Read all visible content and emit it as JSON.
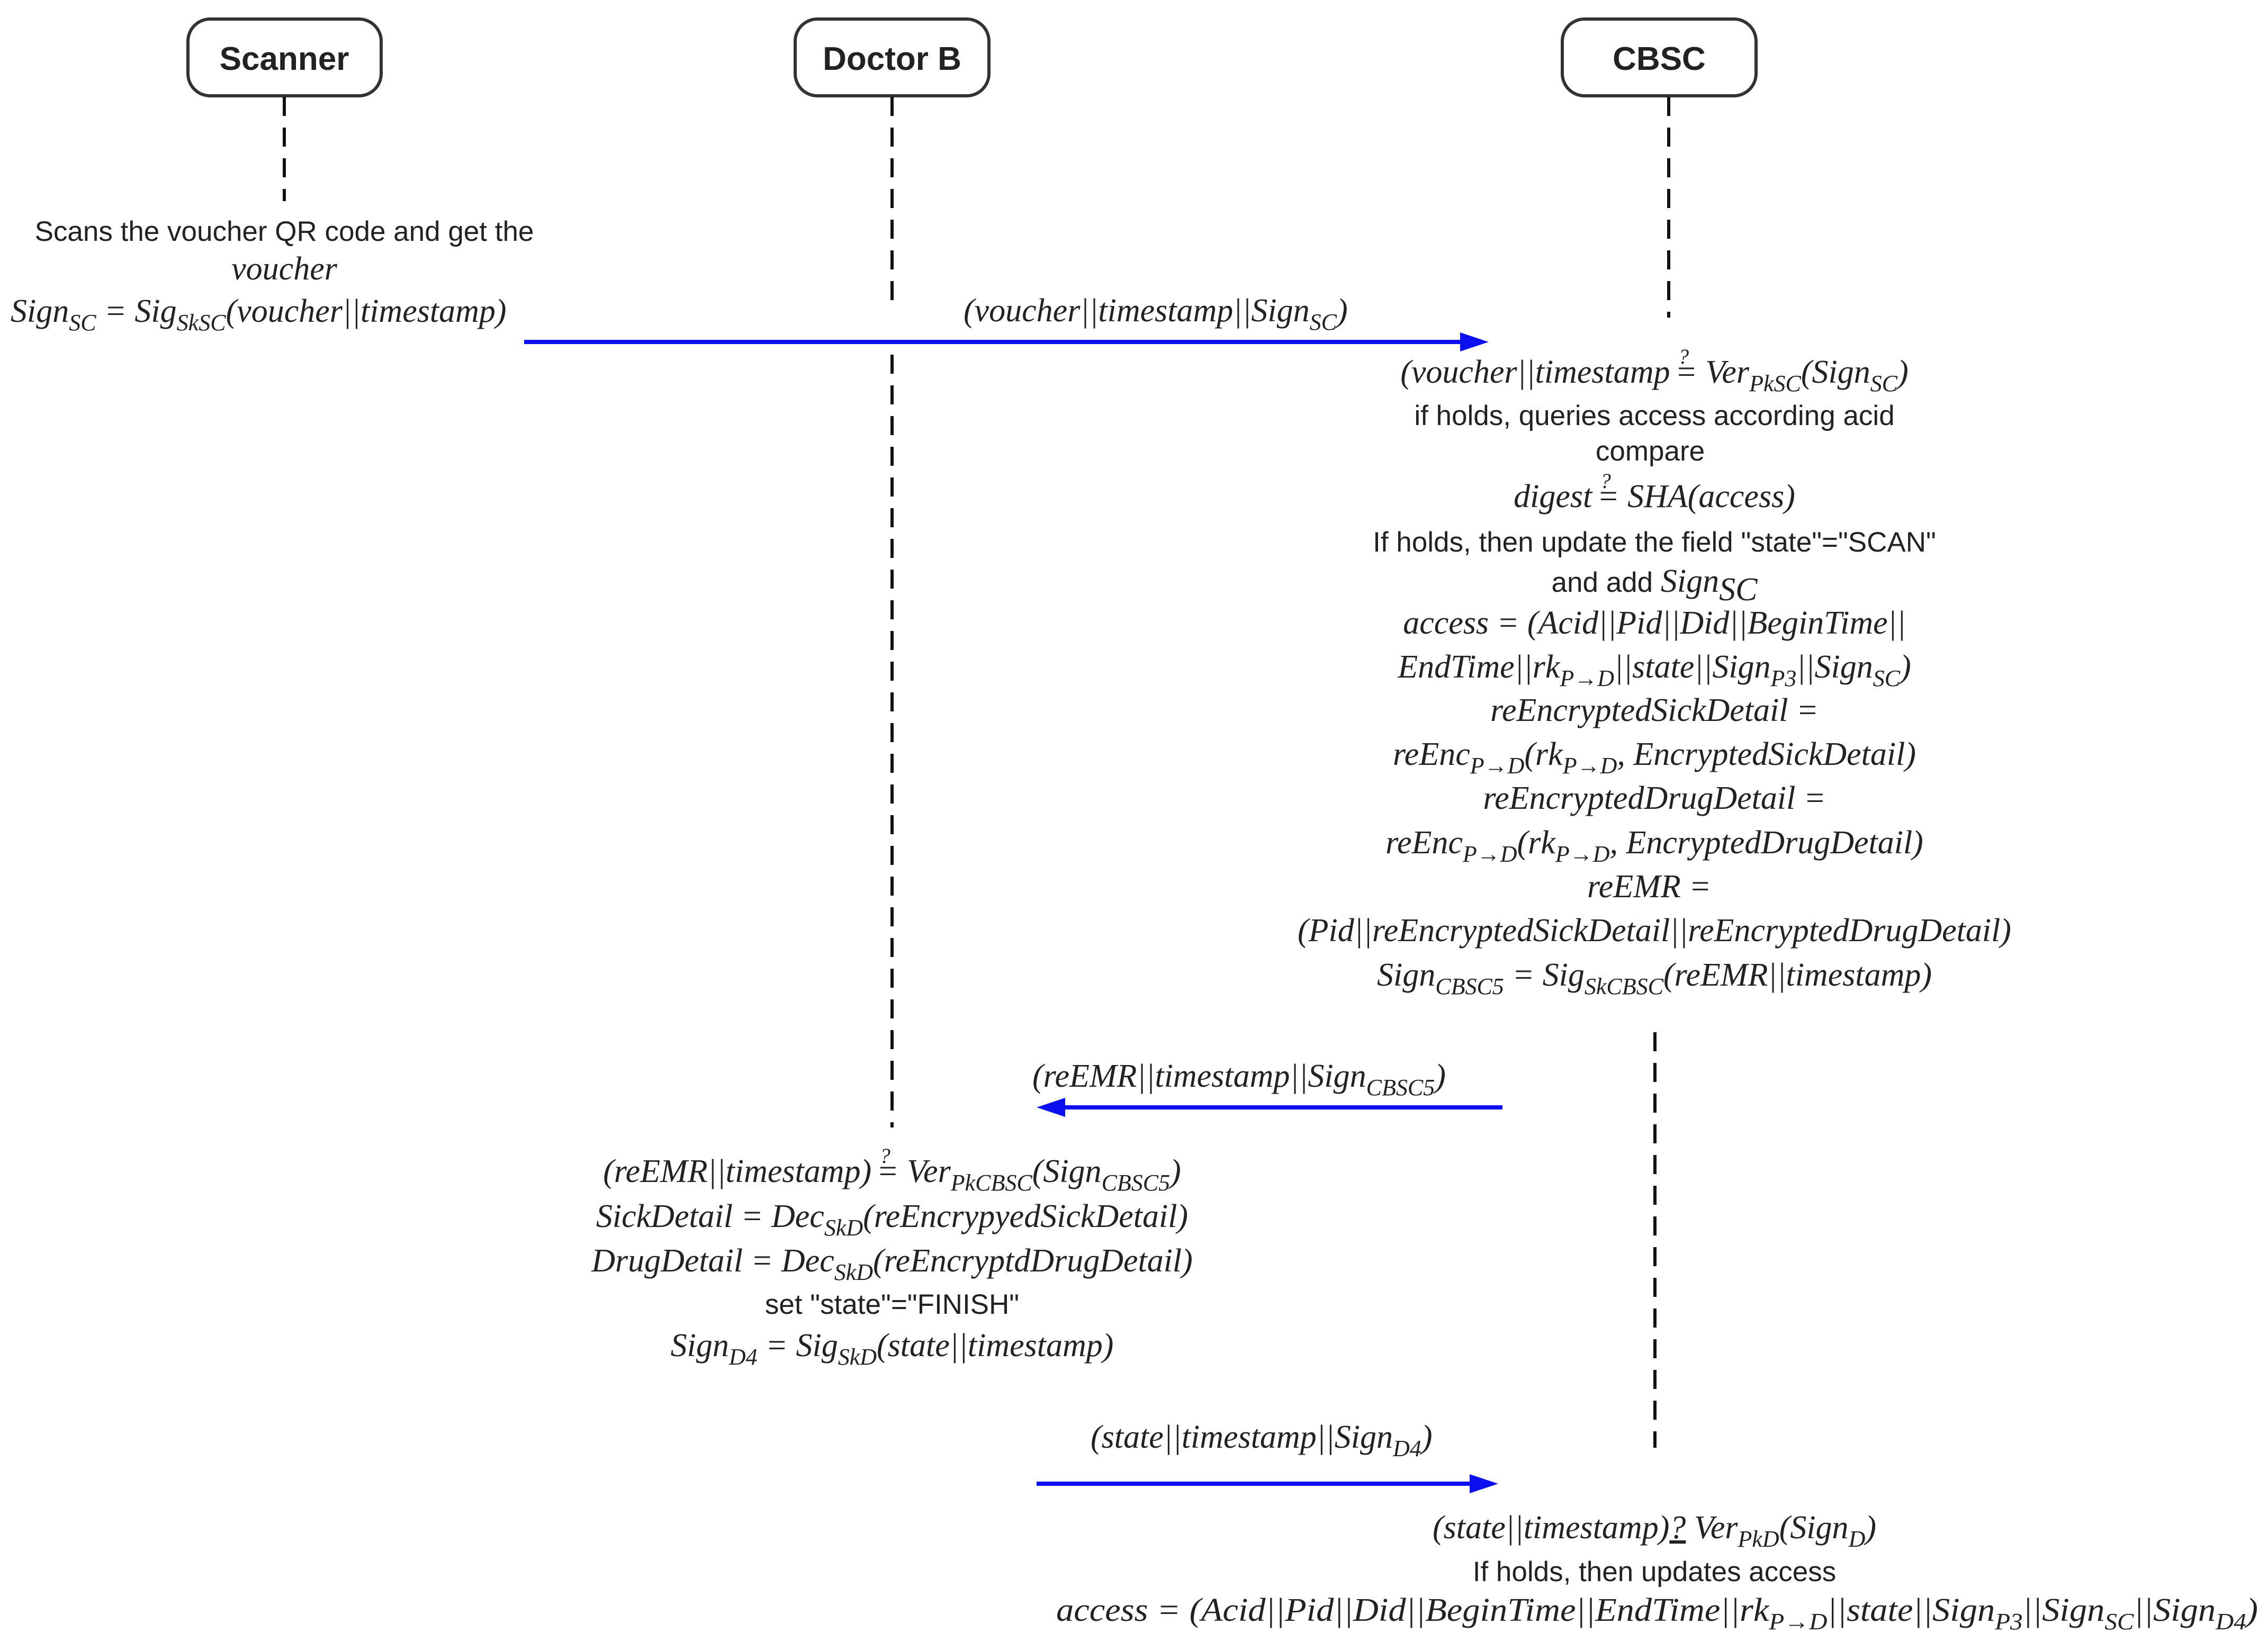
{
  "actors": [
    {
      "id": "scanner",
      "label": "Scanner"
    },
    {
      "id": "doctor_b",
      "label": "Doctor B"
    },
    {
      "id": "cbsc",
      "label": "CBSC"
    }
  ],
  "colors": {
    "arrow": "#0a10f0",
    "text": "#222222",
    "outline": "#333333"
  },
  "scanner_step": [
    "Scans the voucher QR code and get the",
    "voucher",
    "Sign_SC = Sig_SkSC(voucher||timestamp)"
  ],
  "messages": [
    {
      "from": "Scanner",
      "to": "CBSC",
      "label": "(voucher||timestamp||Sign_SC)"
    },
    {
      "from": "CBSC",
      "to": "Doctor B",
      "label": "(reEMR||timestamp||Sign_CBSC5)"
    },
    {
      "from": "Doctor B",
      "to": "CBSC",
      "label": "(state||timestamp||Sign_D4)"
    }
  ],
  "cbsc_step": [
    "(voucher||timestamp ?= Ver_PkSC(Sign_SC)",
    "if holds, queries access according acid",
    "compare",
    "digest ?= SHA(access)",
    "If holds, then update the field \"state\"=\"SCAN\"",
    "and add Sign_SC",
    "access = (Acid||Pid||Did||BeginTime||",
    "EndTime||rk_P→D||state||Sign_P3||Sign_SC)",
    "reEncryptedSickDetail =",
    "reEnc_P→D(rk_P→D, EncryptedSickDetail)",
    "reEncryptedDrugDetail =",
    "reEnc_P→D(rk_P→D, EncryptedDrugDetail)",
    "reEMR =",
    "(Pid||reEncryptedSickDetail||reEncryptedDrugDetail)",
    "Sign_CBSC5 = Sig_SkCBSC(reEMR||timestamp)"
  ],
  "doctor_step": [
    "(reEMR||timestamp) ?= Ver_PkCBSC(Sign_CBSC5)",
    "SickDetail = Dec_SkD(reEncrypyedSickDetail)",
    "DrugDetail = Dec_SkD(reEncryptdDrugDetail)",
    "set \"state\"=\"FINISH\"",
    "Sign_D4 = Sig_SkD(state||timestamp)"
  ],
  "cbsc_final_step": [
    "(state||timestamp)?= Ver_PkD(Sign_D)",
    "If holds, then updates access",
    "access = (Acid||Pid||Did||BeginTime||EndTime||rk_P→D||state||Sign_P3||Sign_SC||Sign_D4)"
  ]
}
